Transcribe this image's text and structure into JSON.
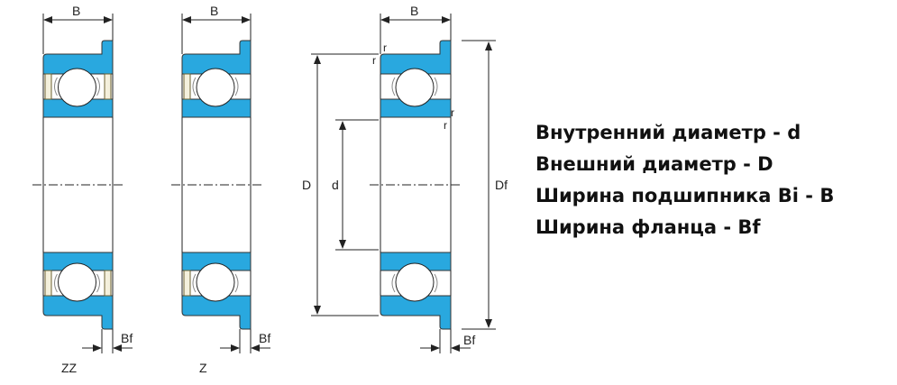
{
  "colors": {
    "ring": "#29a8df",
    "outline": "#333333"
  },
  "diagrams": [
    {
      "variant_label": "ZZ",
      "width_label": "B",
      "flange_label": "Bf"
    },
    {
      "variant_label": "Z",
      "width_label": "B",
      "flange_label": "Bf"
    },
    {
      "width_label": "B",
      "flange_label": "Bf",
      "outer_diameter_label": "D",
      "inner_diameter_label": "d",
      "flange_diameter_label": "Df",
      "radius_label": "r"
    }
  ],
  "legend": [
    "Внутренний диаметр - d",
    "Внешний диаметр - D",
    "Ширина подшипника Bi - B",
    "Ширина фланца - Bf"
  ]
}
